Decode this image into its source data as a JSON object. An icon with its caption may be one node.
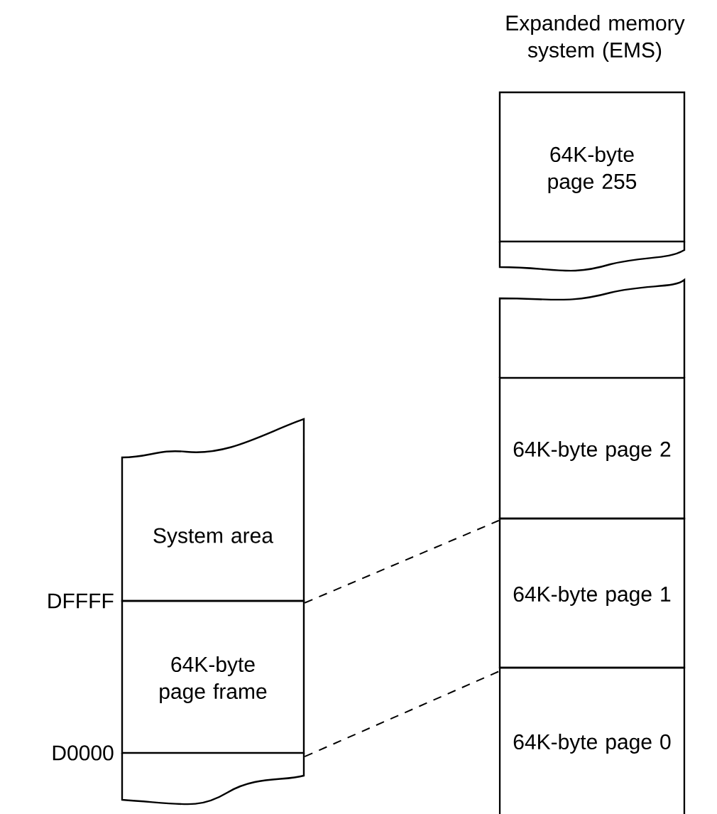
{
  "diagram": {
    "title": "Expanded memory system (EMS)",
    "nodes": [
      {
        "text": [
          "System area"
        ]
      },
      {
        "text": [
          "64K-byte page frame"
        ]
      },
      {
        "text": [
          "64K-byte page 255"
        ]
      },
      {
        "text": [
          "64K-byte page 2"
        ]
      },
      {
        "text": [
          "64K-byte page 1"
        ]
      },
      {
        "text": [
          "64K-byte page 0"
        ]
      }
    ],
    "edges": [
      {
        "from": 1,
        "to": 4,
        "arrow": "none",
        "style": "dashed"
      },
      {
        "from": 1,
        "to": 4,
        "arrow": "none",
        "style": "dashed"
      }
    ],
    "labels": [
      "DFFFF",
      "D0000"
    ]
  }
}
